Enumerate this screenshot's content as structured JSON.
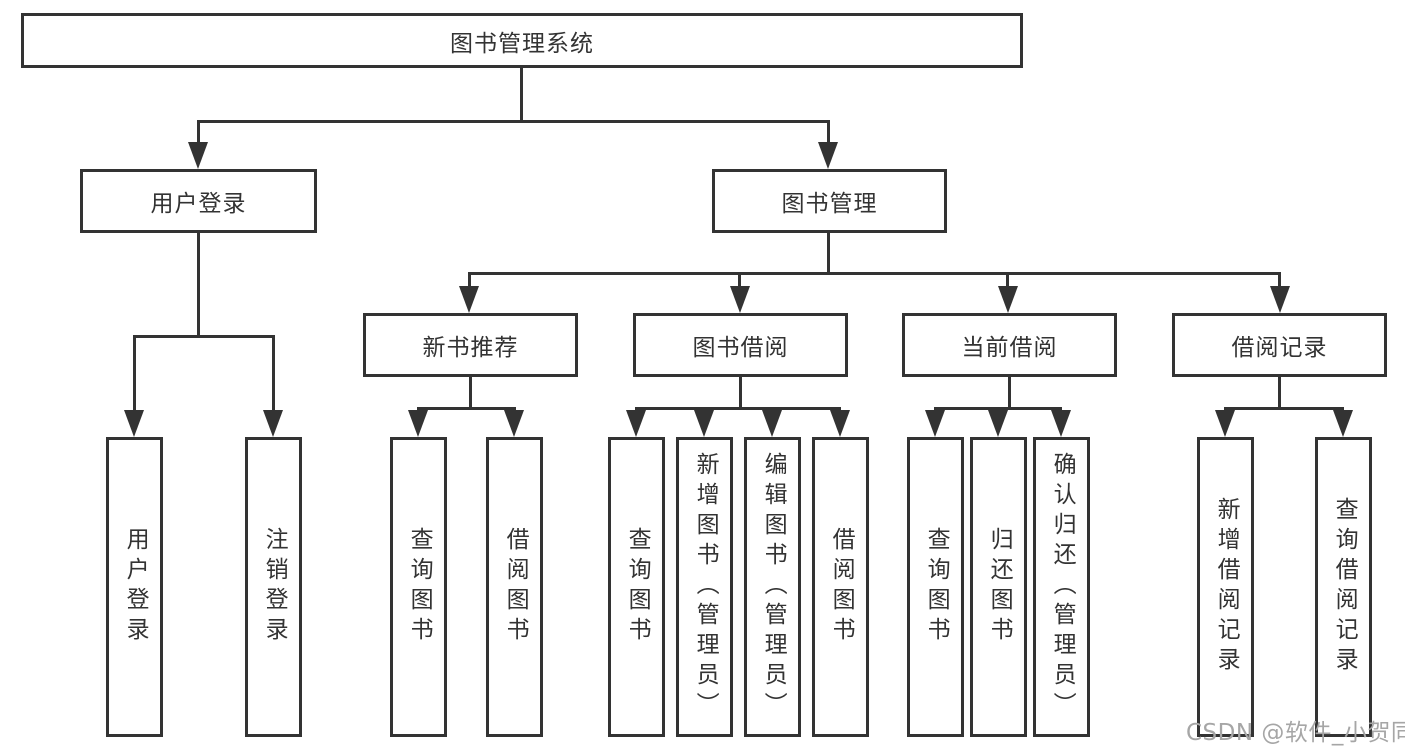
{
  "diagram_title": "图书管理系统",
  "tree": {
    "label": "图书管理系统",
    "children": [
      {
        "label": "用户登录",
        "children": [
          {
            "label": "用户登录"
          },
          {
            "label": "注销登录"
          }
        ]
      },
      {
        "label": "图书管理",
        "children": [
          {
            "label": "新书推荐",
            "children": [
              {
                "label": "查询图书"
              },
              {
                "label": "借阅图书"
              }
            ]
          },
          {
            "label": "图书借阅",
            "children": [
              {
                "label": "查询图书"
              },
              {
                "label": "新增图书（管理员）"
              },
              {
                "label": "编辑图书（管理员）"
              },
              {
                "label": "借阅图书"
              }
            ]
          },
          {
            "label": "当前借阅",
            "children": [
              {
                "label": "查询图书"
              },
              {
                "label": "归还图书"
              },
              {
                "label": "确认归还（管理员）"
              }
            ]
          },
          {
            "label": "借阅记录",
            "children": [
              {
                "label": "新增借阅记录"
              },
              {
                "label": "查询借阅记录"
              }
            ]
          }
        ]
      }
    ]
  },
  "watermark": {
    "text": "CSDN @软件_小贺同学"
  },
  "colors": {
    "line": "#333333",
    "text": "#333333",
    "box_fill": "#ffffff",
    "watermark": "#a6a6a6",
    "background": "#ffffff"
  }
}
